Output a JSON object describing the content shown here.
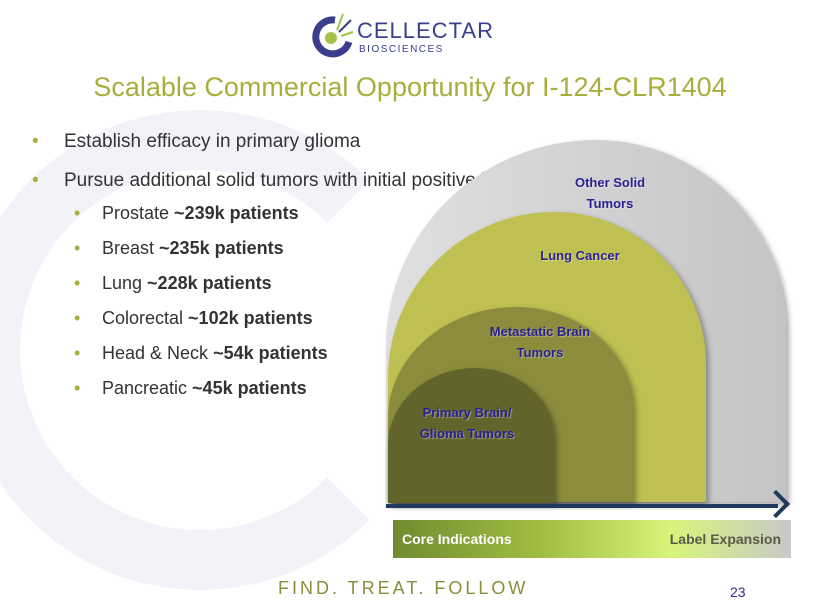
{
  "logo": {
    "name": "CELLECTAR",
    "sub": "BIOSCIENCES"
  },
  "title": "Scalable Commercial Opportunity for I-124-CLR1404",
  "bullets": {
    "b1": "Establish efficacy in primary glioma",
    "b2": "Pursue additional solid tumors with initial positive images:",
    "sub": [
      {
        "name": "Prostate ",
        "value": "~239k patients"
      },
      {
        "name": "Breast ",
        "value": "~235k patients"
      },
      {
        "name": "Lung ",
        "value": "~228k patients"
      },
      {
        "name": "Colorectal ",
        "value": "~102k patients"
      },
      {
        "name": "Head & Neck ",
        "value": "~54k patients"
      },
      {
        "name": "Pancreatic ",
        "value": "~45k patients"
      }
    ]
  },
  "diagram": {
    "other": "Other Solid Tumors",
    "lung": "Lung Cancer",
    "meta": "Metastatic Brain Tumors",
    "primary": "Primary Brain/ Glioma Tumors",
    "core": "Core Indications",
    "expansion": "Label Expansion"
  },
  "footer": {
    "tagline": "FIND. TREAT. FOLLOW",
    "page": "23"
  }
}
